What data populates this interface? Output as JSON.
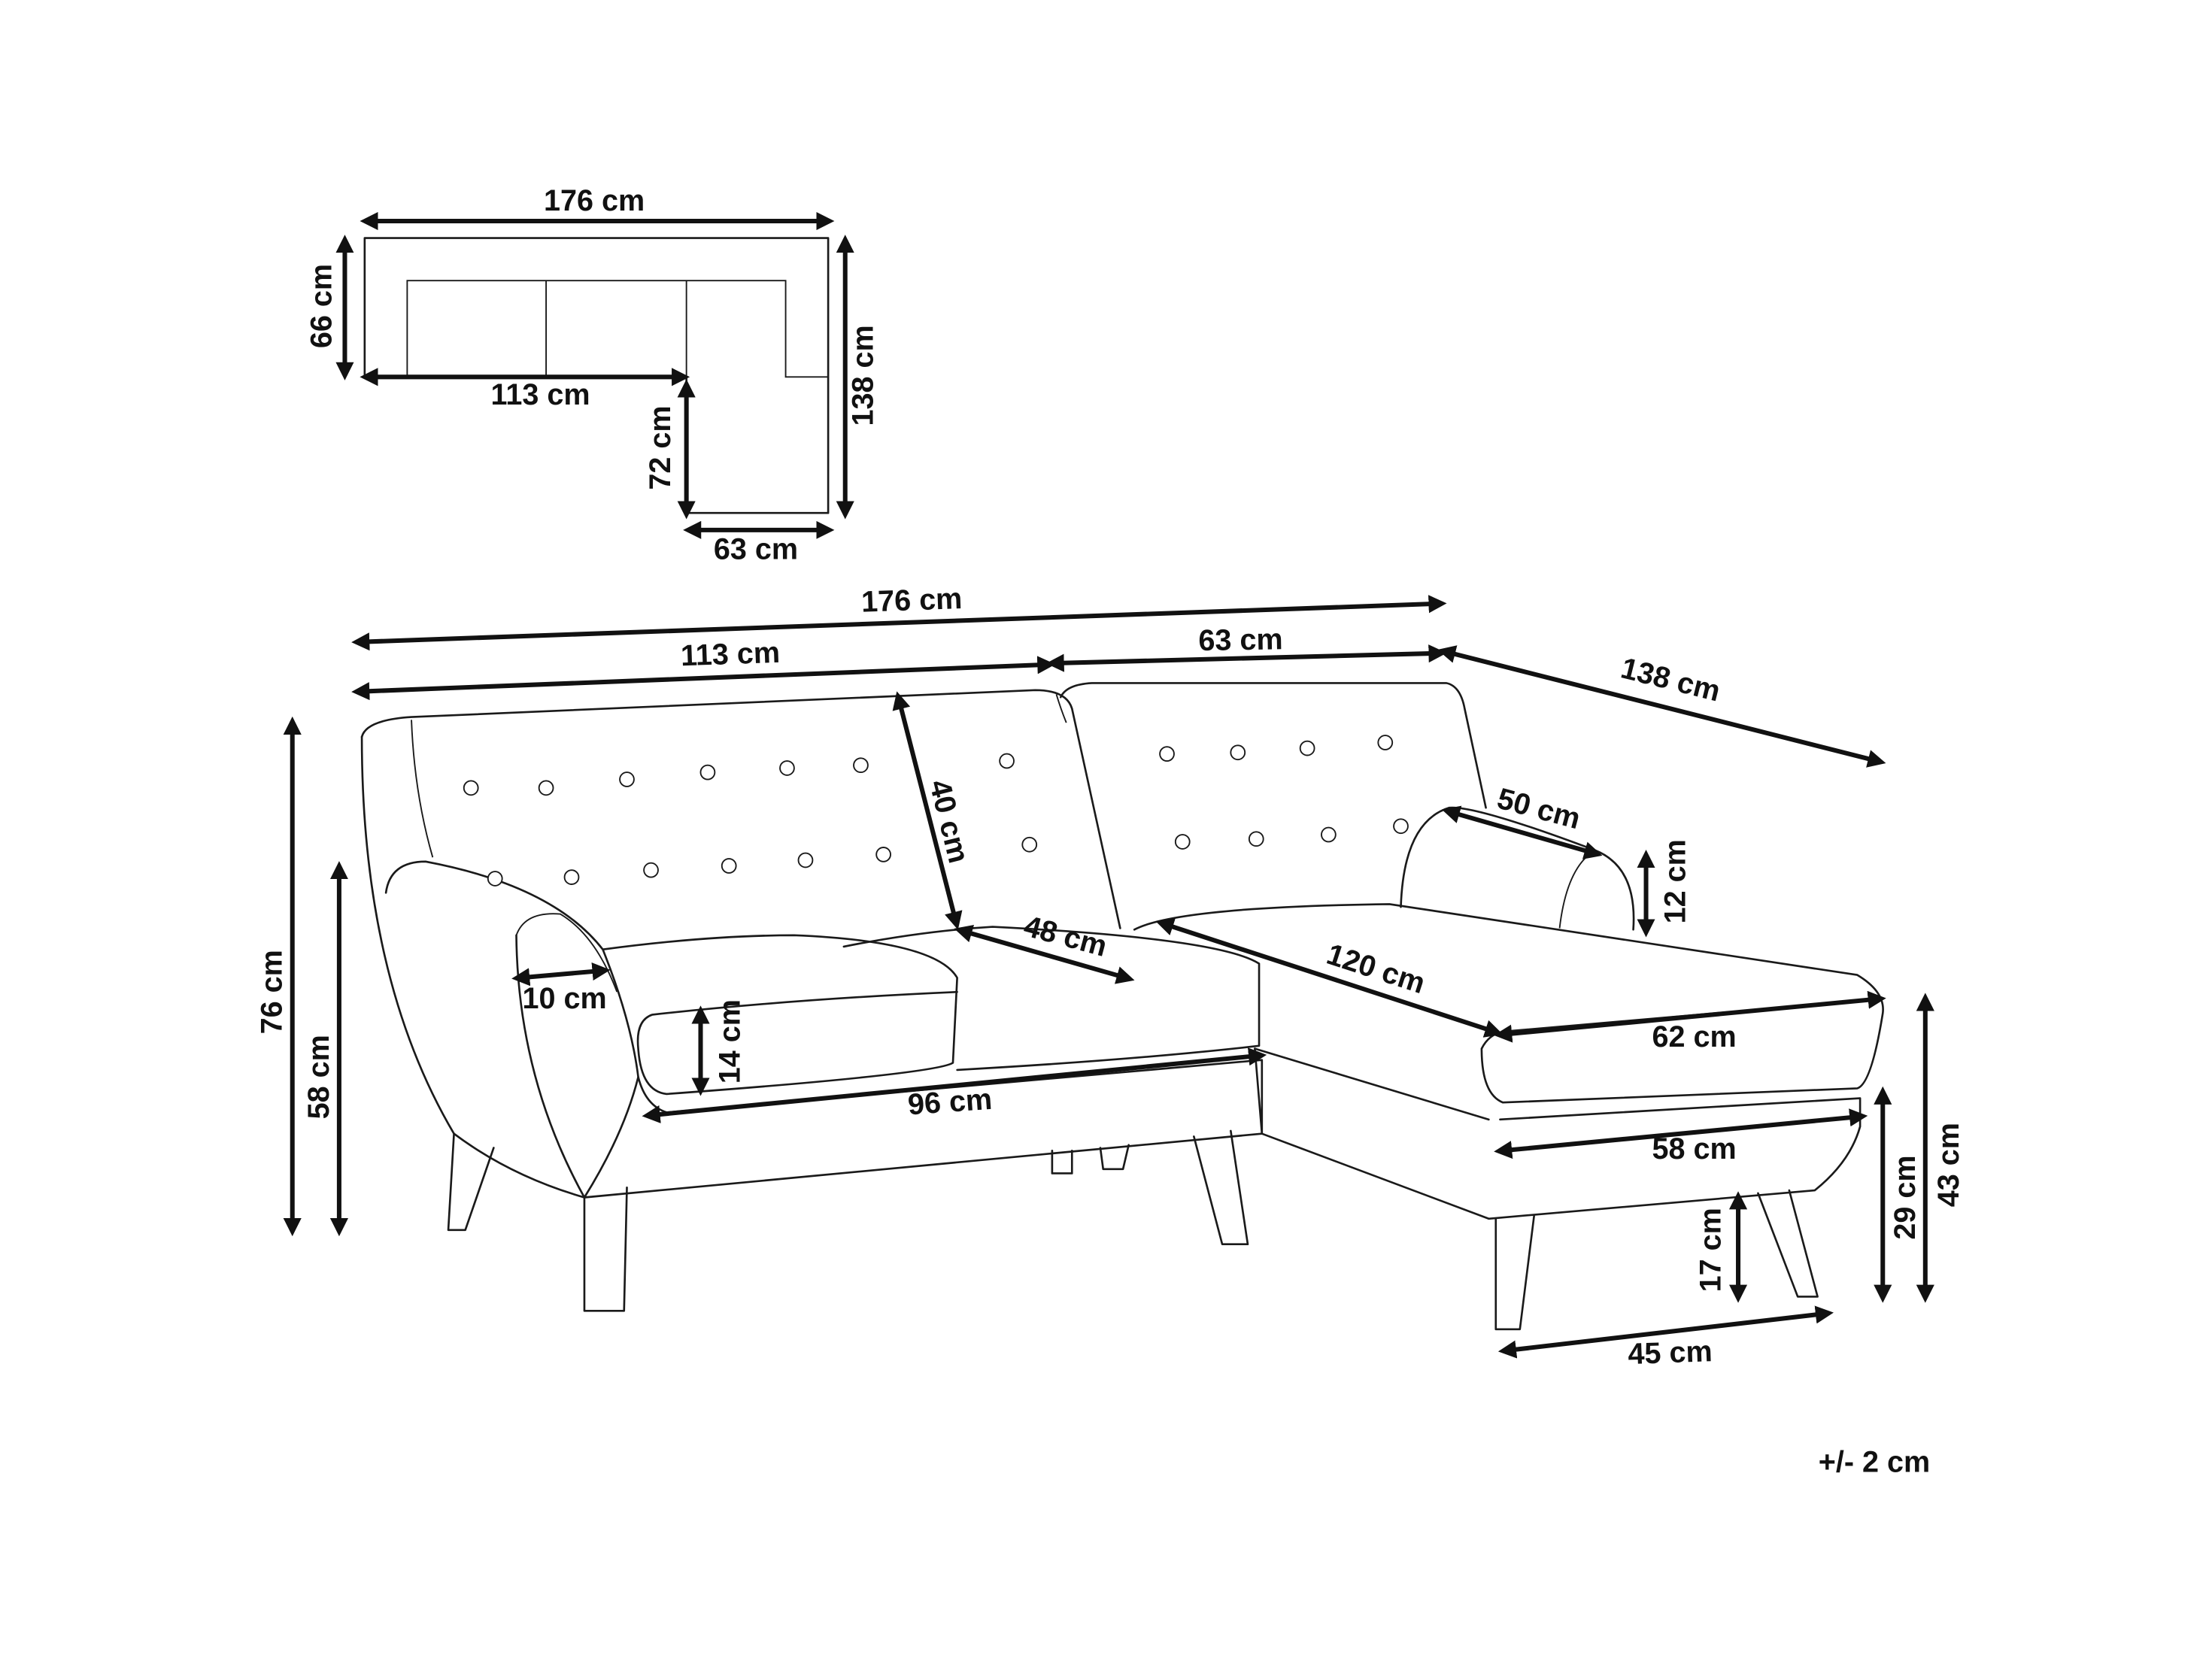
{
  "plan_view": {
    "width_total": "176 cm",
    "depth_back": "66 cm",
    "depth_total": "138 cm",
    "sofa_width": "113 cm",
    "chaise_extension": "72 cm",
    "chaise_width": "63 cm"
  },
  "perspective_view": {
    "width_total": "176 cm",
    "sofa_width": "113 cm",
    "chaise_width": "63 cm",
    "depth_total": "138 cm",
    "backrest_height": "40 cm",
    "seat_depth": "48 cm",
    "cushion_length": "50 cm",
    "cushion_height": "12 cm",
    "chaise_seat_length": "120 cm",
    "armrest_width": "10 cm",
    "seat_cushion_height": "14 cm",
    "seat_width": "96 cm",
    "chaise_seat_width": "62 cm",
    "chaise_base_width": "58 cm",
    "total_height": "76 cm",
    "armrest_height": "58 cm",
    "seat_height": "43 cm",
    "base_height": "29 cm",
    "leg_height": "17 cm",
    "leg_spacing": "45 cm"
  },
  "tolerance": "+/- 2 cm"
}
